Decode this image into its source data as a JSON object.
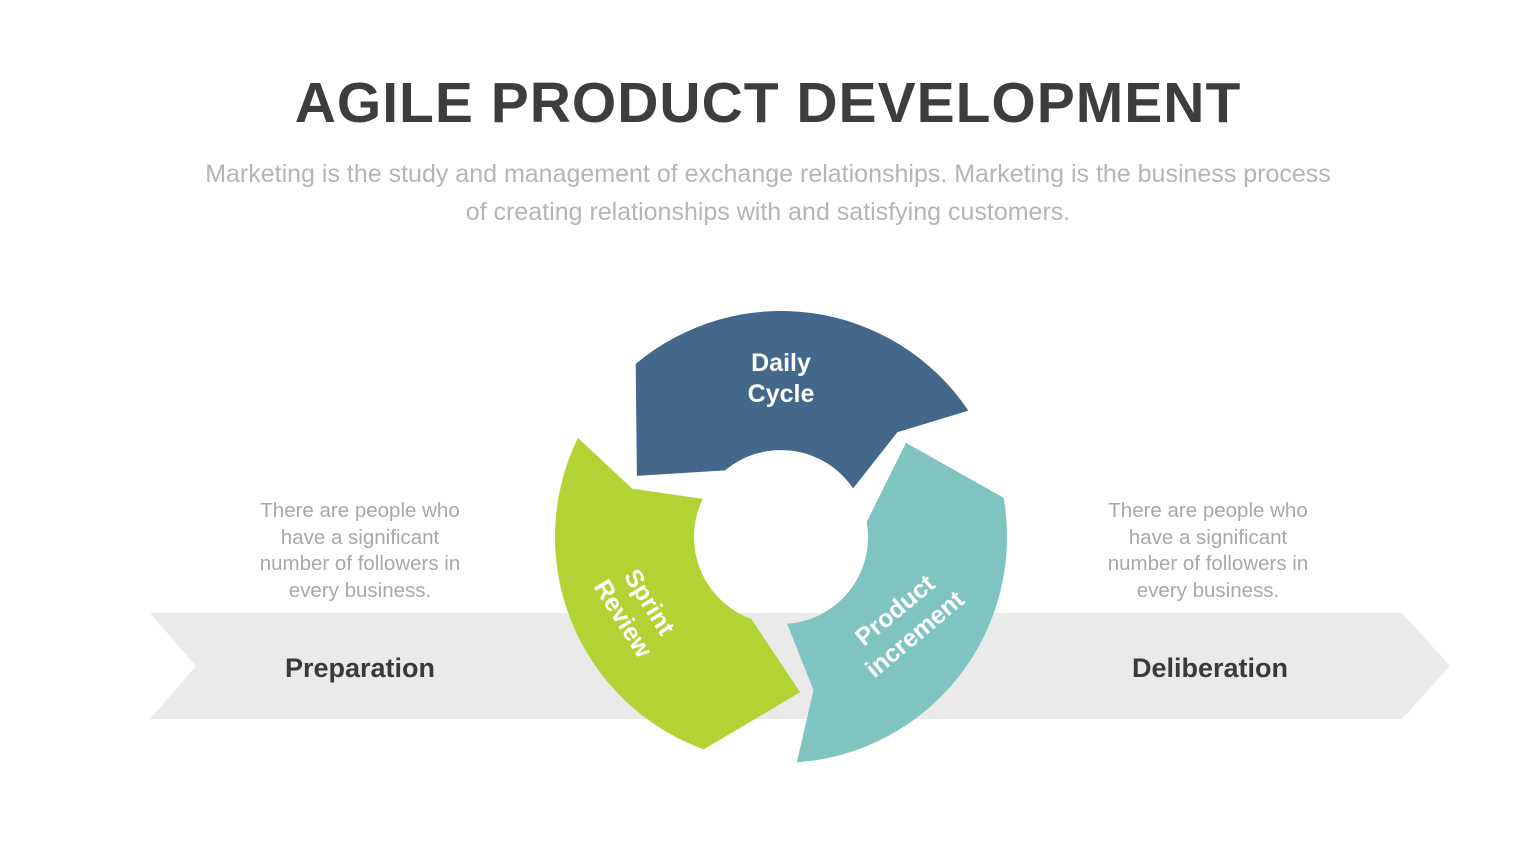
{
  "title": "AGILE PRODUCT DEVELOPMENT",
  "subtitle": "Marketing is the study and management of exchange relationships. Marketing is the business process of creating relationships with and satisfying customers.",
  "left_panel": {
    "lines": [
      "There are people who",
      "have a significant",
      "number of followers in",
      "every business."
    ],
    "label": "Preparation"
  },
  "right_panel": {
    "lines": [
      "There are people who",
      "have a significant",
      "number of followers in",
      "every business."
    ],
    "label": "Deliberation"
  },
  "band": {
    "color": "#eaeaea"
  },
  "diagram": {
    "type": "cycle-diagram",
    "segments": [
      {
        "id": "daily-cycle",
        "label": "Daily Cycle",
        "lines": [
          "Daily",
          "Cycle"
        ],
        "color": "#44688b",
        "tail": -30,
        "tip": -150
      },
      {
        "id": "sprint-review",
        "label": "Sprint Review",
        "lines": [
          "Sprint",
          "Review"
        ],
        "color": "#b3d335",
        "tail": -150,
        "tip": -270
      },
      {
        "id": "product-increment",
        "label": "Product increment",
        "lines": [
          "Product",
          "increment"
        ],
        "color": "#7fc4c0",
        "tail": 90,
        "tip": -30
      }
    ]
  }
}
